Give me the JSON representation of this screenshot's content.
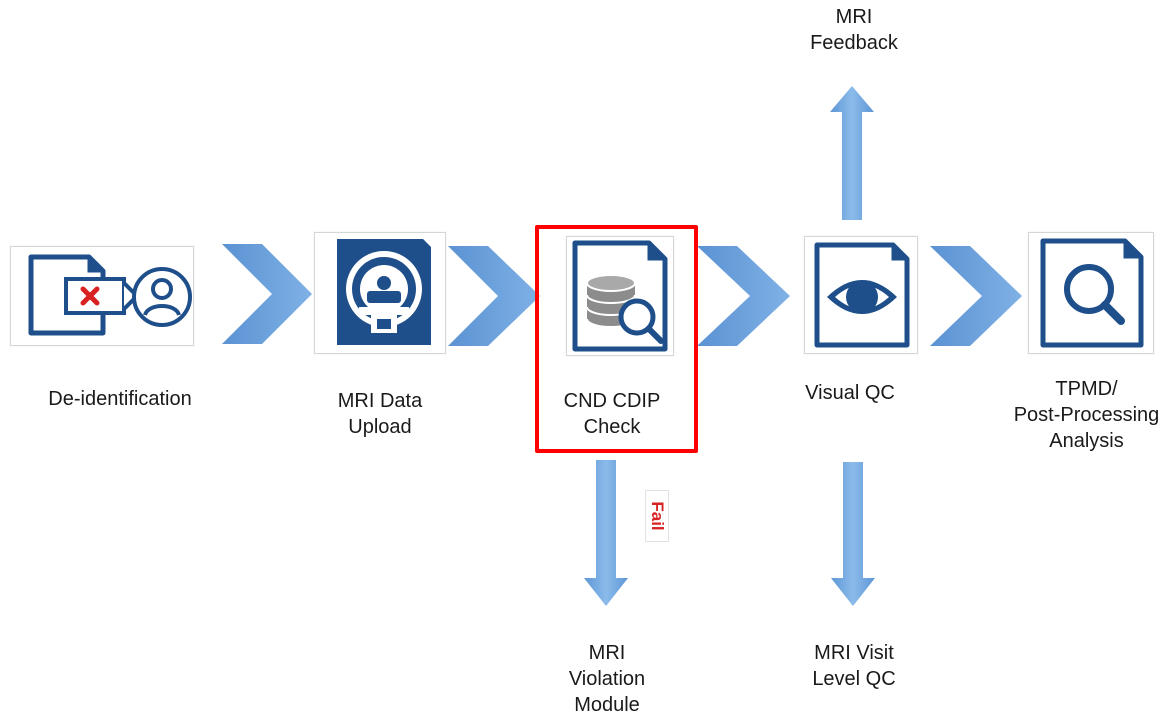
{
  "colors": {
    "arrow": "#6aa1dd",
    "arrow_dark": "#4d86c7",
    "icon_navy": "#1e4f8a",
    "highlight": "#ff0000",
    "fail_red": "#d82121"
  },
  "nodes": [
    {
      "id": "deid",
      "label": "De-identification",
      "icon": "document-x-user-icon"
    },
    {
      "id": "upload",
      "label": "MRI Data\nUpload",
      "icon": "mri-scanner-icon"
    },
    {
      "id": "check",
      "label": "CND CDIP\nCheck",
      "icon": "database-search-icon",
      "highlighted": true
    },
    {
      "id": "visual",
      "label": "Visual QC",
      "icon": "eye-document-icon"
    },
    {
      "id": "tpmd",
      "label": "TPMD/\nPost-Processing\nAnalysis",
      "icon": "magnifier-document-icon"
    }
  ],
  "outputs": {
    "feedback": "MRI\nFeedback",
    "violation": "MRI\nViolation\nModule",
    "visit_qc": "MRI Visit\nLevel QC"
  },
  "fail_label": "Fail"
}
